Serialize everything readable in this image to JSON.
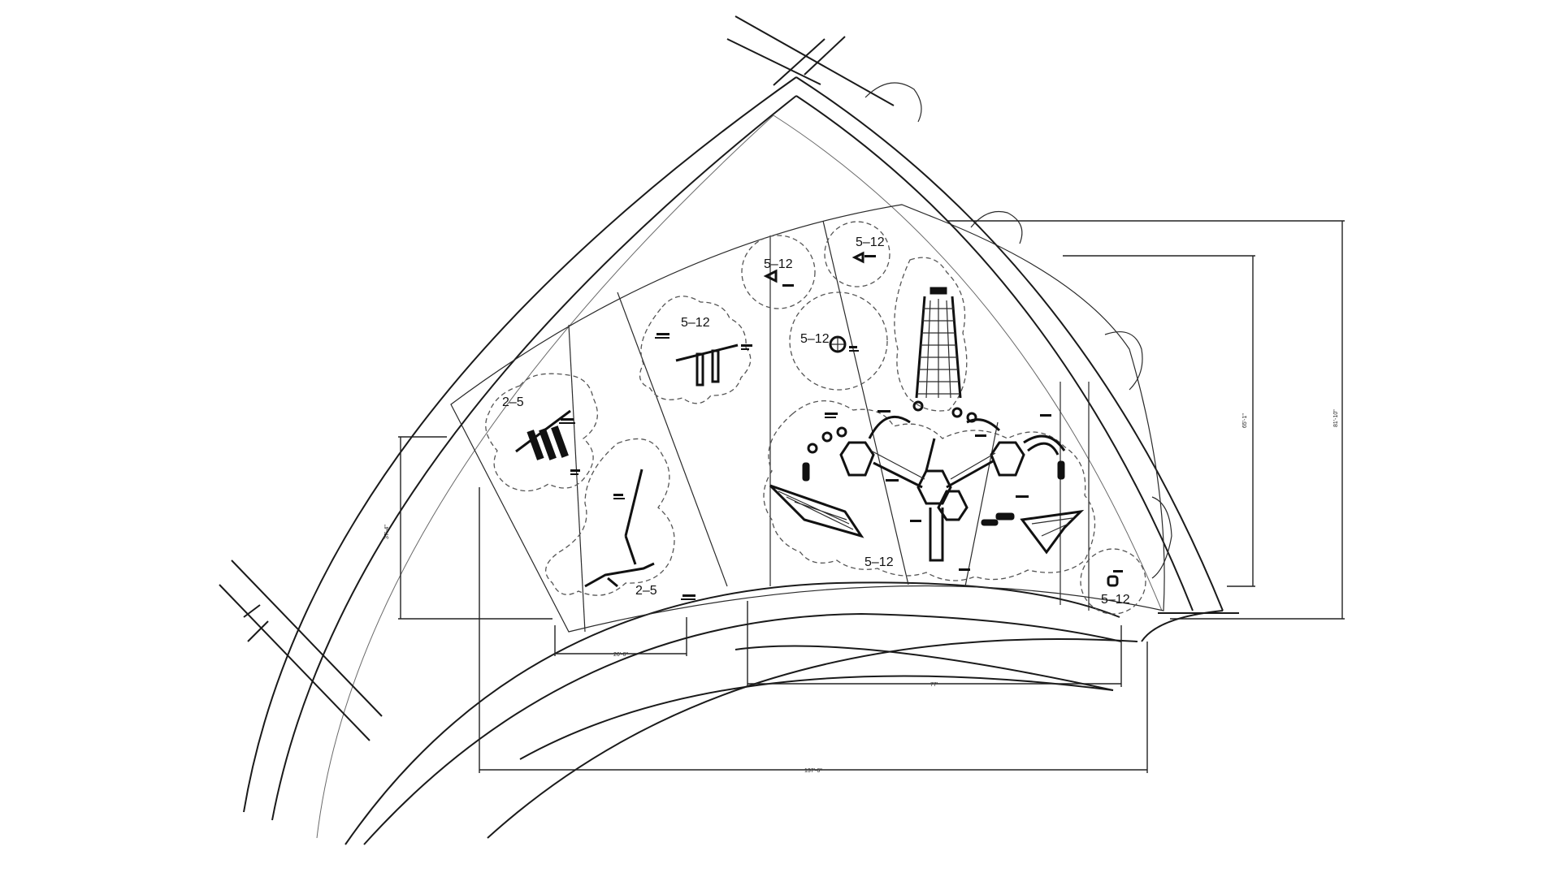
{
  "drawing": {
    "age_zones": [
      {
        "id": "zone-2-5-a",
        "label": "2–5"
      },
      {
        "id": "zone-2-5-b",
        "label": "2–5"
      },
      {
        "id": "zone-5-12-a",
        "label": "5–12"
      },
      {
        "id": "zone-5-12-b",
        "label": "5–12"
      },
      {
        "id": "zone-5-12-c",
        "label": "5–12"
      },
      {
        "id": "zone-5-12-d",
        "label": "5–12"
      },
      {
        "id": "zone-5-12-e",
        "label": "5–12"
      },
      {
        "id": "zone-5-12-f",
        "label": "5–12"
      }
    ],
    "dimensions": {
      "left_height": "37'-4\"",
      "bottom_small": "26'-6\"",
      "bottom_mid": "77'",
      "bottom_total": "137'-6\"",
      "right_inner": "65'-1\"",
      "right_outer": "81'-10\""
    }
  }
}
